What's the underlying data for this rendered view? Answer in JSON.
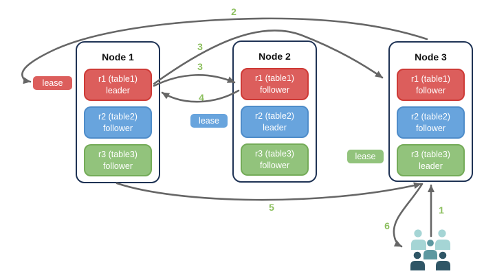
{
  "diagram": {
    "nodes": [
      {
        "title": "Node 1",
        "replicas": [
          {
            "name": "r1 (table1)",
            "role": "leader",
            "color": "red"
          },
          {
            "name": "r2 (table2)",
            "role": "follower",
            "color": "blue"
          },
          {
            "name": "r3 (table3)",
            "role": "follower",
            "color": "green"
          }
        ]
      },
      {
        "title": "Node 2",
        "replicas": [
          {
            "name": "r1 (table1)",
            "role": "follower",
            "color": "red"
          },
          {
            "name": "r2 (table2)",
            "role": "leader",
            "color": "blue"
          },
          {
            "name": "r3 (table3)",
            "role": "follower",
            "color": "green"
          }
        ]
      },
      {
        "title": "Node 3",
        "replicas": [
          {
            "name": "r1 (table1)",
            "role": "follower",
            "color": "red"
          },
          {
            "name": "r2 (table2)",
            "role": "follower",
            "color": "blue"
          },
          {
            "name": "r3 (table3)",
            "role": "leader",
            "color": "green"
          }
        ]
      }
    ],
    "leases": [
      {
        "label": "lease",
        "color": "red"
      },
      {
        "label": "lease",
        "color": "blue"
      },
      {
        "label": "lease",
        "color": "green"
      }
    ],
    "step_labels": {
      "s1": "1",
      "s2": "2",
      "s3a": "3",
      "s3b": "3",
      "s4": "4",
      "s5": "5",
      "s6": "6"
    },
    "icons": {
      "users": "users-icon"
    },
    "colors": {
      "red_fill": "#DC5E5C",
      "red_border": "#CE3A36",
      "blue_fill": "#68A4DD",
      "blue_border": "#4E8CC9",
      "green_fill": "#92C37C",
      "green_border": "#74AB58",
      "node_border": "#1E3254",
      "arrow": "#666666",
      "step_label": "#8CBF5E",
      "users_light": "#A5D5D5",
      "users_mid": "#5D98A0",
      "users_dark": "#2F5666"
    }
  }
}
